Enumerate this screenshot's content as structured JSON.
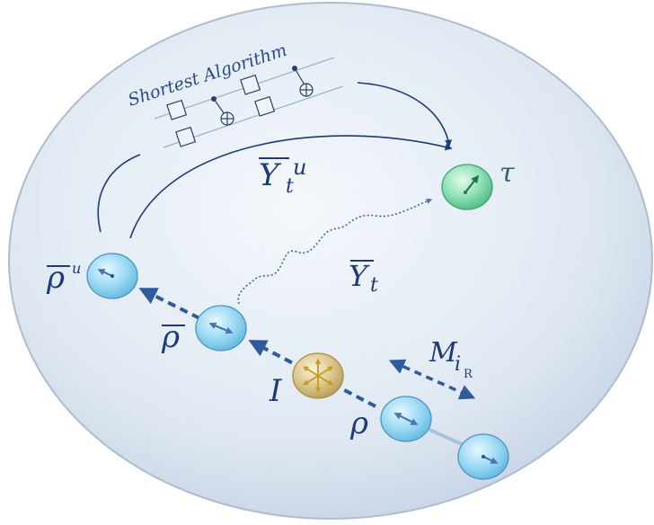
{
  "circuit": {
    "title": "Shortest Algorithm"
  },
  "labels": {
    "rho_bar_u": "ρ",
    "rho_bar_u_sup": "u",
    "rho_bar": "ρ",
    "rho": "ρ",
    "identity": "I",
    "gamma_t_u": "Y",
    "gamma_t_u_sub": "t",
    "gamma_t_u_sup": "u",
    "gamma_t": "Y",
    "gamma_t_sub": "t",
    "tau": "τ",
    "measurement": "M",
    "measurement_sub": "i",
    "measurement_subsub": "R"
  },
  "colors": {
    "sphere_fill": "#dde6f1",
    "sphere_edge": "#b7c6da",
    "state_blue": "#8fd3f0",
    "state_green": "#7fd6a6",
    "identity_gold": "#d8c27a",
    "arrow_dark": "#2f5a9c",
    "ink": "#1e3a78"
  }
}
